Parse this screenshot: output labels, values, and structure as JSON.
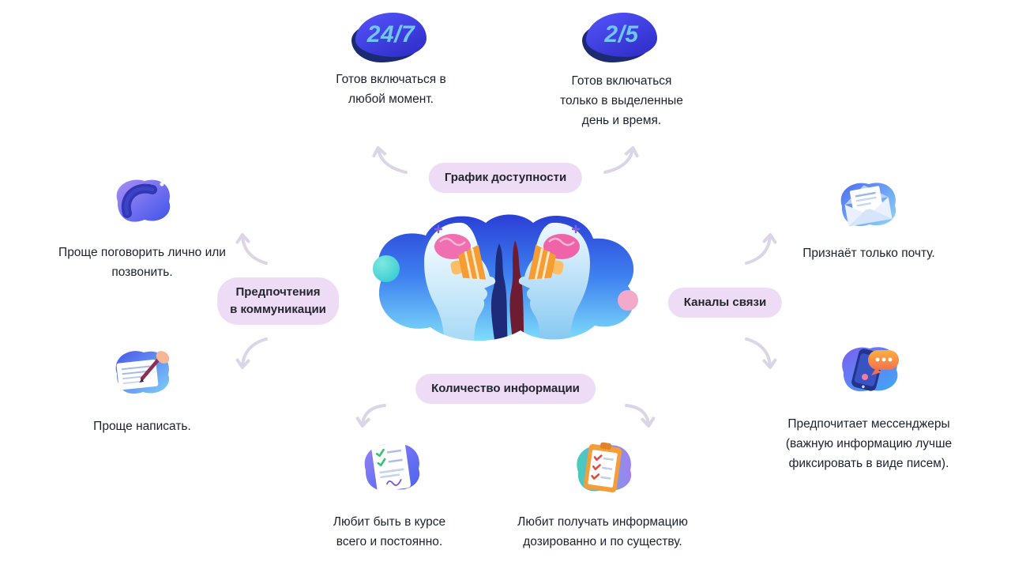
{
  "colors": {
    "background": "#ffffff",
    "pill_bg": "#eedcf7",
    "text": "#1c2130",
    "arrow": "#dcd5e8",
    "badge_gradient_start": "#4f4ef4",
    "badge_gradient_end": "#3231cc",
    "badge_shadow": "#1c2a74",
    "badge_text": "#6fc6f2"
  },
  "categories": {
    "schedule": {
      "label": "График доступности"
    },
    "preferences": {
      "lines": [
        "Предпочтения",
        "в коммуникации"
      ]
    },
    "channels": {
      "label": "Каналы связи"
    },
    "info": {
      "label": "Количество информации"
    }
  },
  "branches": {
    "always_on": {
      "badge": "24/7",
      "icon": "badge-24-7",
      "lines": [
        "Готов включаться в",
        "любой момент."
      ]
    },
    "scheduled": {
      "badge": "2/5",
      "icon": "badge-2-5",
      "lines": [
        "Готов включаться",
        "только в выделенные",
        "день и время."
      ]
    },
    "call": {
      "icon": "phone-icon",
      "lines": [
        "Проще поговорить лично или",
        "позвонить."
      ]
    },
    "write": {
      "icon": "writing-icon",
      "lines": [
        "Проще написать."
      ]
    },
    "email": {
      "icon": "mail-icon",
      "lines": [
        "Признаёт только почту."
      ]
    },
    "messengers": {
      "icon": "messenger-icon",
      "lines": [
        "Предпочитает мессенджеры",
        "(важную информацию лучше",
        "фиксировать в виде писем)."
      ]
    },
    "constant_info": {
      "icon": "document-check-icon",
      "lines": [
        "Любит быть в курсе",
        "всего и постоянно."
      ]
    },
    "dosed_info": {
      "icon": "clipboard-icon",
      "lines": [
        "Любит получать информацию",
        "дозированно и по существу."
      ]
    }
  },
  "center_illustration": "two-people-profiles"
}
